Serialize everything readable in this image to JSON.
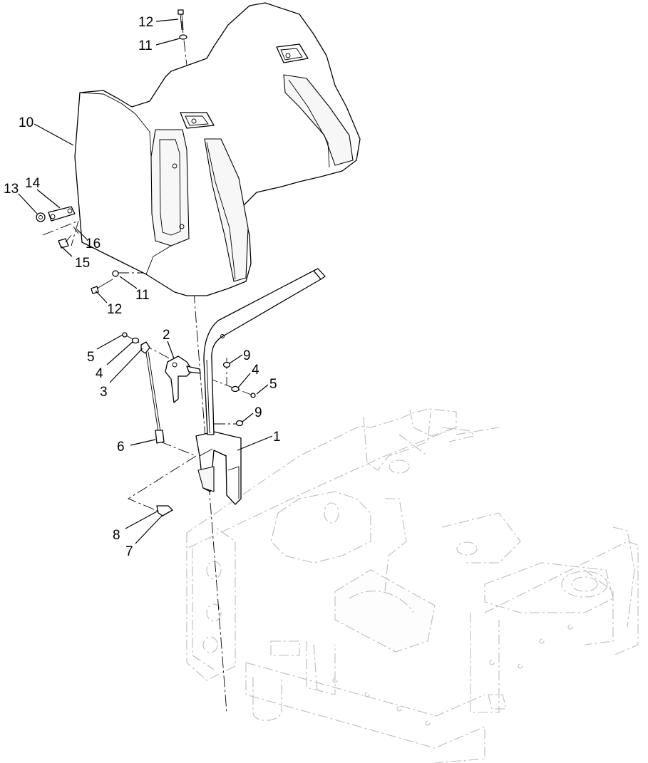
{
  "callouts": {
    "c1": "1",
    "c2": "2",
    "c3": "3",
    "c4a": "4",
    "c4b": "4",
    "c5a": "5",
    "c5b": "5",
    "c6": "6",
    "c7": "7",
    "c8": "8",
    "c9a": "9",
    "c9b": "9",
    "c10": "10",
    "c11a": "11",
    "c11b": "11",
    "c12a": "12",
    "c12b": "12",
    "c13": "13",
    "c14": "14",
    "c15": "15",
    "c16": "16"
  }
}
